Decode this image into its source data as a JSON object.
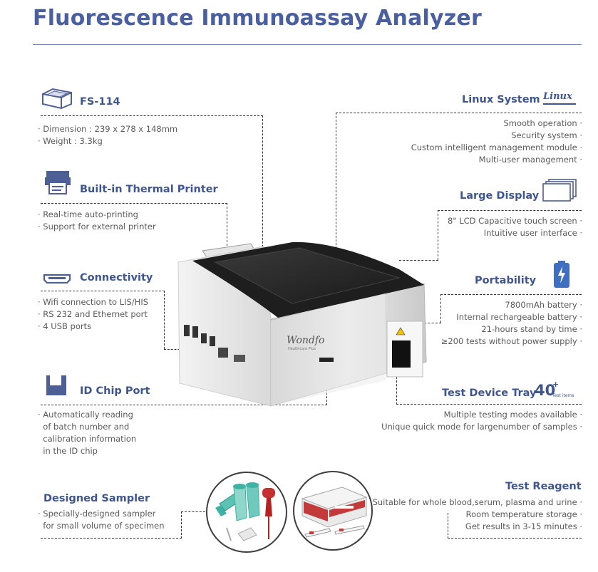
{
  "page": {
    "title": "Fluorescence Immunoassay Analyzer"
  },
  "model": {
    "heading": "FS-114",
    "specs": [
      "· Dimension :   239 x 278 x  148mm",
      "· Weight : 3.3kg"
    ]
  },
  "printer": {
    "heading": "Built-in Thermal Printer",
    "items": [
      "·  Real-time auto-printing",
      "·  Support for external printer"
    ]
  },
  "connectivity": {
    "heading": "Connectivity",
    "items": [
      "· Wifi connection to LIS/HIS",
      "· RS 232 and Ethernet port",
      "· 4 USB ports"
    ]
  },
  "id_chip": {
    "heading": "ID Chip Port",
    "items": [
      "· Automatically reading",
      "  of batch number and",
      "  calibration information",
      "  in the ID chip"
    ]
  },
  "sampler": {
    "heading": "Designed Sampler",
    "items": [
      "· Specially-designed sampler",
      "  for small volume of specimen"
    ]
  },
  "linux": {
    "heading": "Linux System",
    "logo_text": "Linux",
    "items": [
      "Smooth operation ·",
      "Security system ·",
      "Custom intelligent management module ·",
      "Multi-user management ·"
    ]
  },
  "display": {
    "heading": "Large Display",
    "items": [
      "8\" LCD Capacitive touch screen ·",
      "Intuitive user interface ·"
    ]
  },
  "portability": {
    "heading": "Portability",
    "items": [
      "7800mAh battery ·",
      "Internal rechargeable battery ·",
      "21-hours stand by time ·",
      "≥200 tests without power supply ·"
    ]
  },
  "tray": {
    "heading": "Test Device Tray",
    "badge_number": "40",
    "badge_sup": "+",
    "badge_caption": "Test items",
    "items": [
      "Multiple testing modes available ·",
      "Unique quick mode for largenumber of samples ·"
    ]
  },
  "reagent": {
    "heading": "Test Reagent",
    "items": [
      "Suitable for whole blood,serum, plasma and urine ·",
      "Room temperature storage ·",
      "Get results in 3-15 minutes ·"
    ]
  },
  "device": {
    "brand": "Wondfo",
    "brand_sub": "Healthcare Plus"
  },
  "colors": {
    "heading": "#3e5590",
    "title": "#4a5fa0",
    "accent_battery": "#3f6fc0",
    "reagent_red": "#c23a3a",
    "sampler_teal": "#3fb3a3"
  }
}
